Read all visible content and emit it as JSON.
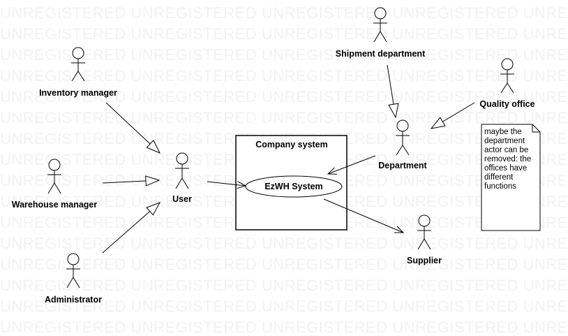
{
  "watermark": {
    "text": "UNREGISTERED"
  },
  "actors": {
    "inventory_manager": "Inventory manager",
    "warehouse_manager": "Warehouse manager",
    "administrator": "Administrator",
    "user": "User",
    "shipment_department": "Shipment department",
    "quality_office": "Quality office",
    "department": "Department",
    "supplier": "Supplier"
  },
  "system": {
    "title": "Company system",
    "use_case": "EzWH System"
  },
  "note": {
    "text": "maybe the department actor can be removed: the offices have different functions"
  }
}
